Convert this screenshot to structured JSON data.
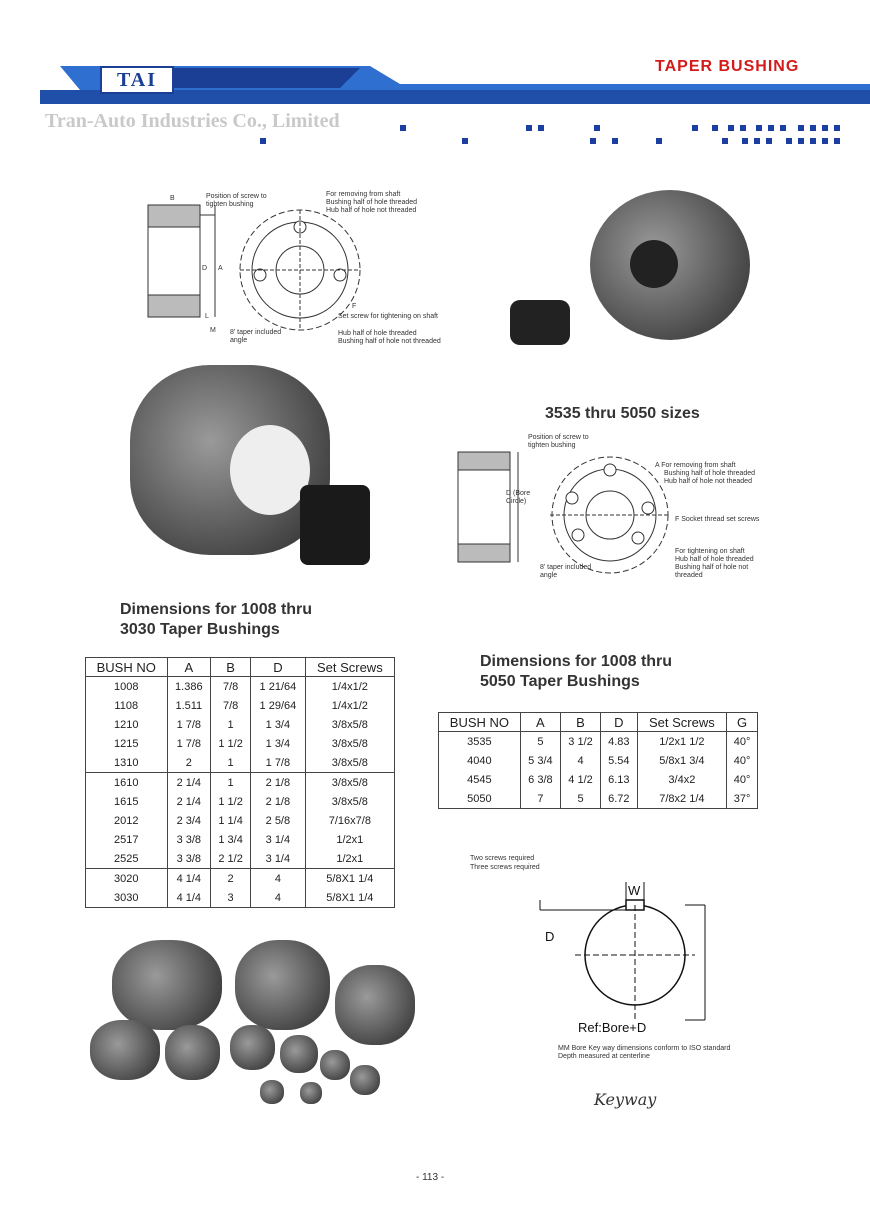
{
  "header": {
    "logo_text": "TAI",
    "section_title": "TAPER  BUSHING",
    "company_name": "Tran-Auto Industries Co., Limited"
  },
  "diagram_top": {
    "labels": {
      "position_screw": "Position of screw to tighten bushing",
      "removing": "For removing from shaft",
      "bushing_half": "Bushing half of hole threaded",
      "hub_half": "Hub half of hole not threaded",
      "set_screw": "Set screw for tightening on shaft",
      "hub_threaded": "Hub half of hole threaded",
      "bushing_not": "Bushing half of hole not threaded",
      "taper": "8' taper included angle",
      "b": "B",
      "d": "D",
      "a": "A",
      "l": "L",
      "m": "M",
      "f": "F"
    }
  },
  "diagram_right": {
    "title": "3535 thru 5050 sizes",
    "labels": {
      "position_screw": "Position of screw to tighten bushing",
      "removing": "A For removing from shaft",
      "bushing_half": "Bushing half of hole threaded",
      "hub_half": "Hub half of hole not theaded",
      "socket": "F  Socket thread set screws",
      "tightening": "For tightening on shaft",
      "hub_threaded": "Hub half of hole threaded",
      "bushing_not": "Bushing half of hole not threaded",
      "taper": "8' taper included angle",
      "bore_circle": "D (Bore Circle)"
    }
  },
  "table1": {
    "title": "Dimensions for 1008 thru 3030 Taper Bushings",
    "headers": [
      "BUSH NO",
      "A",
      "B",
      "D",
      "Set Screws"
    ],
    "rows": [
      [
        "1008",
        "1.386",
        "7/8",
        "1 21/64",
        "1/4x1/2"
      ],
      [
        "1108",
        "1.511",
        "7/8",
        "1 29/64",
        "1/4x1/2"
      ],
      [
        "1210",
        "1 7/8",
        "1",
        "1 3/4",
        "3/8x5/8"
      ],
      [
        "1215",
        "1 7/8",
        "1 1/2",
        "1 3/4",
        "3/8x5/8"
      ],
      [
        "1310",
        "2",
        "1",
        "1 7/8",
        "3/8x5/8"
      ],
      [
        "1610",
        "2 1/4",
        "1",
        "2 1/8",
        "3/8x5/8"
      ],
      [
        "1615",
        "2 1/4",
        "1 1/2",
        "2 1/8",
        "3/8x5/8"
      ],
      [
        "2012",
        "2 3/4",
        "1 1/4",
        "2 5/8",
        "7/16x7/8"
      ],
      [
        "2517",
        "3 3/8",
        "1 3/4",
        "3 1/4",
        "1/2x1"
      ],
      [
        "2525",
        "3 3/8",
        "2 1/2",
        "3 1/4",
        "1/2x1"
      ],
      [
        "3020",
        "4 1/4",
        "2",
        "4",
        "5/8X1 1/4"
      ],
      [
        "3030",
        "4 1/4",
        "3",
        "4",
        "5/8X1 1/4"
      ]
    ],
    "group_breaks": [
      5,
      10
    ]
  },
  "table2": {
    "title": "Dimensions for 1008 thru 5050 Taper Bushings",
    "headers": [
      "BUSH NO",
      "A",
      "B",
      "D",
      "Set Screws",
      "G"
    ],
    "rows": [
      [
        "3535",
        "5",
        "3 1/2",
        "4.83",
        "1/2x1 1/2",
        "40°"
      ],
      [
        "4040",
        "5 3/4",
        "4",
        "5.54",
        "5/8x1 3/4",
        "40°"
      ],
      [
        "4545",
        "6 3/8",
        "4 1/2",
        "6.13",
        "3/4x2",
        "40°"
      ],
      [
        "5050",
        "7",
        "5",
        "6.72",
        "7/8x2 1/4",
        "37°"
      ]
    ]
  },
  "keyway": {
    "note1": "Two screws required",
    "note2": "Three screws required",
    "w_label": "W",
    "d_label": "D",
    "ref": "Ref:Bore+D",
    "std_note1": "MM Bore Key way dimensions conform to ISO standard",
    "std_note2": "Depth measured at centerline",
    "handwritten": "Keyway"
  },
  "footer": {
    "page": "- 113 -"
  }
}
